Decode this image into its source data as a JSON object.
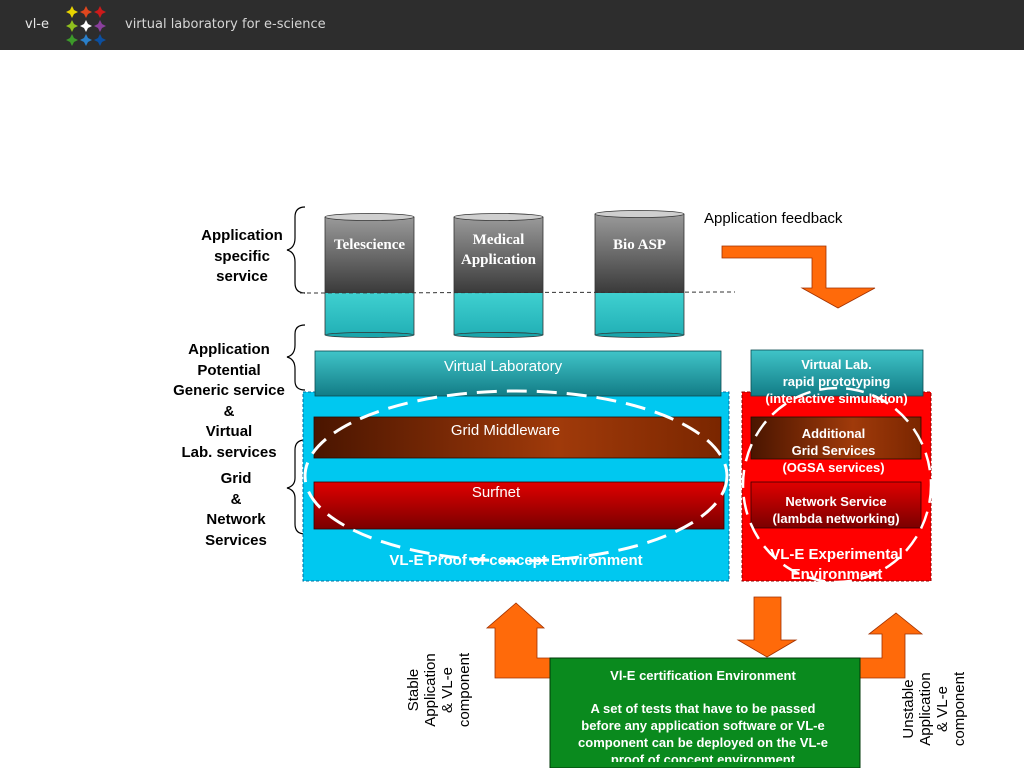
{
  "header": {
    "brand_short": "vl-e",
    "tagline": "virtual laboratory for e-science",
    "logo_colors": [
      "#e8d400",
      "#e0471e",
      "#cc1a1a",
      "#8fbf1e",
      "#ffffff",
      "#8a3f9c",
      "#3d9a2a",
      "#2a7fc9",
      "#0b4fa0"
    ]
  },
  "layer_labels": {
    "application_specific": [
      "Application",
      "specific",
      "service"
    ],
    "generic_service": [
      "Application",
      "Potential",
      "Generic service",
      "&",
      "Virtual",
      "Lab. services"
    ],
    "grid_network": [
      "Grid",
      "&",
      "Network",
      "Services"
    ]
  },
  "applications": [
    {
      "name_lines": [
        "Telescience"
      ]
    },
    {
      "name_lines": [
        "Medical",
        "Application"
      ]
    },
    {
      "name_lines": [
        "Bio ASP"
      ]
    }
  ],
  "feedback_label": "Application feedback",
  "poc": {
    "virtual_lab": "Virtual Laboratory",
    "grid_middleware": "Grid Middleware",
    "surfnet": "Surfnet",
    "env_label": "VL-E Proof of concept Environment"
  },
  "experimental": {
    "virtual_lab": [
      "Virtual Lab.",
      "rapid prototyping",
      "(interactive simulation)"
    ],
    "grid_services": [
      "Additional",
      "Grid Services",
      "(OGSA services)"
    ],
    "network_service": [
      "Network Service",
      "(lambda networking)"
    ],
    "env_label": [
      "VL-E Experimental",
      "Environment"
    ]
  },
  "certification": {
    "title": "Vl-E certification Environment",
    "body": [
      "A set of tests that have to be passed",
      "before any application software or VL-e",
      "component can be deployed on the VL-e",
      "proof of concept environment"
    ]
  },
  "stable_label": [
    "Stable",
    "Application",
    "& VL-e",
    "component"
  ],
  "unstable_label": [
    "Unstable",
    "Application",
    "& VL-e",
    "component"
  ],
  "colors": {
    "cyan_env": "#00c8f0",
    "red_env": "#ff0000",
    "green_cert": "#0a8a1e",
    "arrow_orange": "#ff6a0a",
    "teal_bar": "#22aab0",
    "brown_bar": "#8a2c00",
    "red_bar": "#b50000"
  }
}
